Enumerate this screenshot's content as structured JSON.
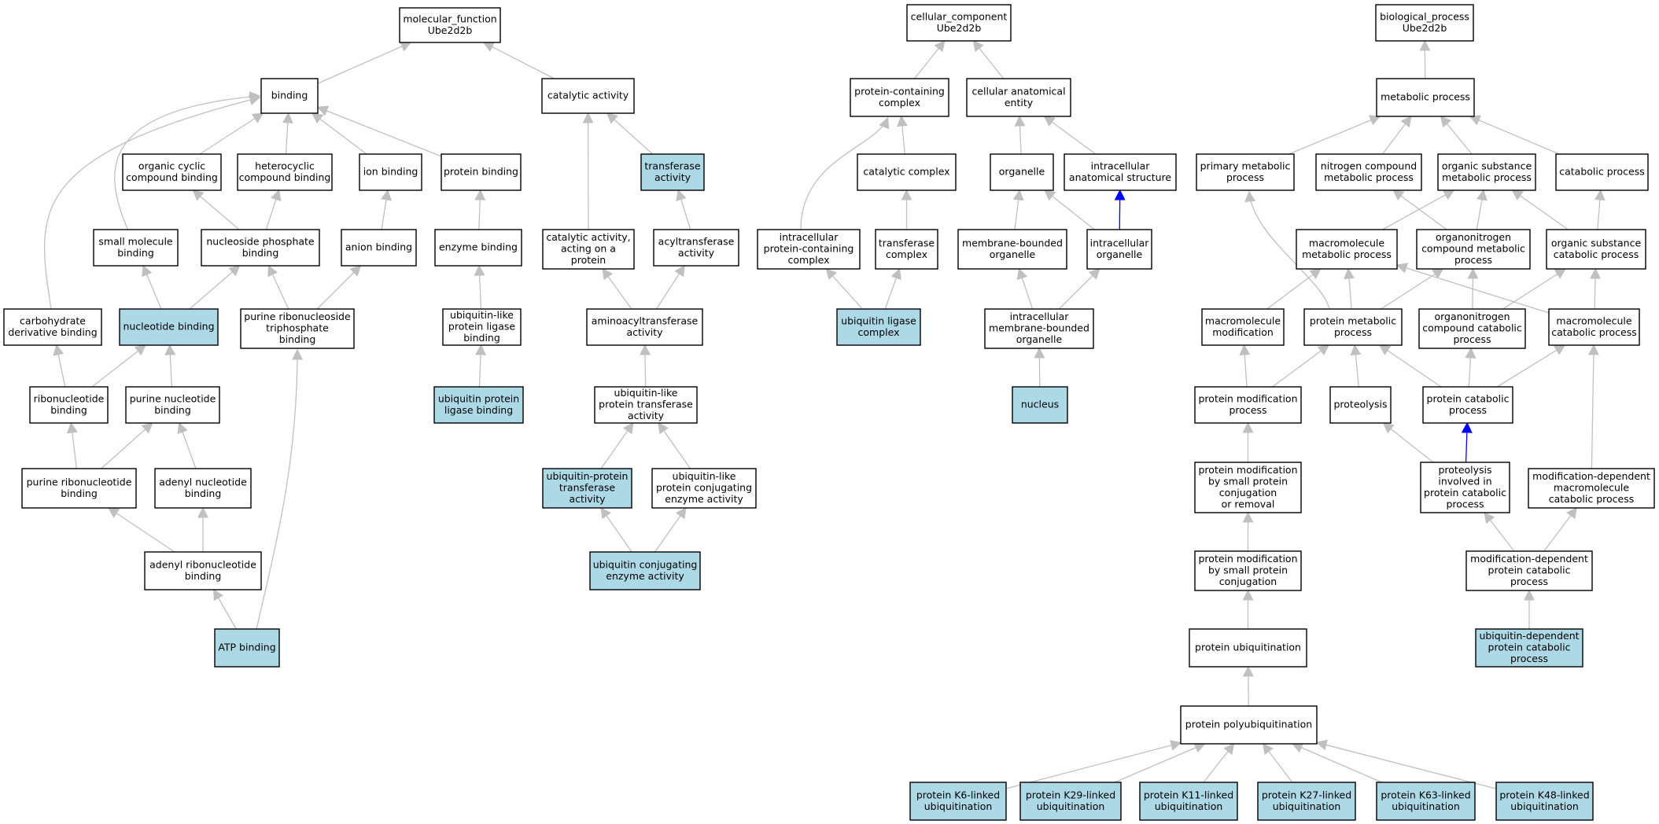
{
  "colors": {
    "highlight_fill": "#add8e6",
    "normal_fill": "#ffffff",
    "edge_gray": "#c0c0c0",
    "edge_blue": "#0000ff"
  },
  "nodes": [
    {
      "id": "mf_root",
      "lines": [
        "molecular_function",
        "Ube2d2b"
      ],
      "highlight": false
    },
    {
      "id": "binding",
      "lines": [
        "binding"
      ],
      "highlight": false
    },
    {
      "id": "catalytic",
      "lines": [
        "catalytic activity"
      ],
      "highlight": false
    },
    {
      "id": "org_cyclic",
      "lines": [
        "organic cyclic",
        "compound binding"
      ],
      "highlight": false
    },
    {
      "id": "heterocyclic",
      "lines": [
        "heterocyclic",
        "compound binding"
      ],
      "highlight": false
    },
    {
      "id": "ion_binding",
      "lines": [
        "ion binding"
      ],
      "highlight": false
    },
    {
      "id": "protein_binding",
      "lines": [
        "protein binding"
      ],
      "highlight": false
    },
    {
      "id": "transferase",
      "lines": [
        "transferase",
        "activity"
      ],
      "highlight": true
    },
    {
      "id": "small_mol",
      "lines": [
        "small molecule",
        "binding"
      ],
      "highlight": false
    },
    {
      "id": "nuc_phos",
      "lines": [
        "nucleoside phosphate",
        "binding"
      ],
      "highlight": false
    },
    {
      "id": "anion",
      "lines": [
        "anion binding"
      ],
      "highlight": false
    },
    {
      "id": "enzyme_binding",
      "lines": [
        "enzyme binding"
      ],
      "highlight": false
    },
    {
      "id": "cat_protein",
      "lines": [
        "catalytic activity,",
        "acting on a",
        "protein"
      ],
      "highlight": false
    },
    {
      "id": "acyltrans",
      "lines": [
        "acyltransferase",
        "activity"
      ],
      "highlight": false
    },
    {
      "id": "carb",
      "lines": [
        "carbohydrate",
        "derivative binding"
      ],
      "highlight": false
    },
    {
      "id": "nucleotide_binding",
      "lines": [
        "nucleotide binding"
      ],
      "highlight": true
    },
    {
      "id": "purine_rns_tp",
      "lines": [
        "purine ribonucleoside",
        "triphosphate",
        "binding"
      ],
      "highlight": false
    },
    {
      "id": "ubl_ligase_binding",
      "lines": [
        "ubiquitin-like",
        "protein ligase",
        "binding"
      ],
      "highlight": false
    },
    {
      "id": "aminoacyl",
      "lines": [
        "aminoacyltransferase",
        "activity"
      ],
      "highlight": false
    },
    {
      "id": "ribonuc",
      "lines": [
        "ribonucleotide",
        "binding"
      ],
      "highlight": false
    },
    {
      "id": "purine_nuc",
      "lines": [
        "purine nucleotide",
        "binding"
      ],
      "highlight": false
    },
    {
      "id": "ub_ligase_binding",
      "lines": [
        "ubiquitin protein",
        "ligase binding"
      ],
      "highlight": true
    },
    {
      "id": "ubl_transfer",
      "lines": [
        "ubiquitin-like",
        "protein transferase",
        "activity"
      ],
      "highlight": false
    },
    {
      "id": "purine_ribonuc",
      "lines": [
        "purine ribonucleotide",
        "binding"
      ],
      "highlight": false
    },
    {
      "id": "adenyl_nuc",
      "lines": [
        "adenyl nucleotide",
        "binding"
      ],
      "highlight": false
    },
    {
      "id": "ub_transfer",
      "lines": [
        "ubiquitin-protein",
        "transferase",
        "activity"
      ],
      "highlight": true
    },
    {
      "id": "ubl_conj",
      "lines": [
        "ubiquitin-like",
        "protein conjugating",
        "enzyme activity"
      ],
      "highlight": false
    },
    {
      "id": "adenyl_ribonuc",
      "lines": [
        "adenyl ribonucleotide",
        "binding"
      ],
      "highlight": false
    },
    {
      "id": "ub_conj",
      "lines": [
        "ubiquitin conjugating",
        "enzyme activity"
      ],
      "highlight": true
    },
    {
      "id": "atp",
      "lines": [
        "ATP binding"
      ],
      "highlight": true
    },
    {
      "id": "cc_root",
      "lines": [
        "cellular_component",
        "Ube2d2b"
      ],
      "highlight": false
    },
    {
      "id": "prot_complex",
      "lines": [
        "protein-containing",
        "complex"
      ],
      "highlight": false
    },
    {
      "id": "cell_anat",
      "lines": [
        "cellular anatomical",
        "entity"
      ],
      "highlight": false
    },
    {
      "id": "cat_complex",
      "lines": [
        "catalytic complex"
      ],
      "highlight": false
    },
    {
      "id": "organelle",
      "lines": [
        "organelle"
      ],
      "highlight": false
    },
    {
      "id": "intra_anat",
      "lines": [
        "intracellular",
        "anatomical structure"
      ],
      "highlight": false
    },
    {
      "id": "intra_prot_complex",
      "lines": [
        "intracellular",
        "protein-containing",
        "complex"
      ],
      "highlight": false
    },
    {
      "id": "transferase_complex",
      "lines": [
        "transferase",
        "complex"
      ],
      "highlight": false
    },
    {
      "id": "mem_organelle",
      "lines": [
        "membrane-bounded",
        "organelle"
      ],
      "highlight": false
    },
    {
      "id": "intra_organelle",
      "lines": [
        "intracellular",
        "organelle"
      ],
      "highlight": false
    },
    {
      "id": "ub_ligase_complex",
      "lines": [
        "ubiquitin ligase",
        "complex"
      ],
      "highlight": true
    },
    {
      "id": "intra_mem_organelle",
      "lines": [
        "intracellular",
        "membrane-bounded",
        "organelle"
      ],
      "highlight": false
    },
    {
      "id": "nucleus",
      "lines": [
        "nucleus"
      ],
      "highlight": true
    },
    {
      "id": "bp_root",
      "lines": [
        "biological_process",
        "Ube2d2b"
      ],
      "highlight": false
    },
    {
      "id": "metabolic",
      "lines": [
        "metabolic process"
      ],
      "highlight": false
    },
    {
      "id": "primary_met",
      "lines": [
        "primary metabolic",
        "process"
      ],
      "highlight": false
    },
    {
      "id": "nitrogen_met",
      "lines": [
        "nitrogen compound",
        "metabolic process"
      ],
      "highlight": false
    },
    {
      "id": "org_sub_met",
      "lines": [
        "organic substance",
        "metabolic process"
      ],
      "highlight": false
    },
    {
      "id": "catabolic",
      "lines": [
        "catabolic process"
      ],
      "highlight": false
    },
    {
      "id": "macro_met",
      "lines": [
        "macromolecule",
        "metabolic process"
      ],
      "highlight": false
    },
    {
      "id": "orgnitro_met",
      "lines": [
        "organonitrogen",
        "compound metabolic",
        "process"
      ],
      "highlight": false
    },
    {
      "id": "org_sub_cat",
      "lines": [
        "organic substance",
        "catabolic process"
      ],
      "highlight": false
    },
    {
      "id": "macro_mod",
      "lines": [
        "macromolecule",
        "modification"
      ],
      "highlight": false
    },
    {
      "id": "prot_met",
      "lines": [
        "protein metabolic",
        "process"
      ],
      "highlight": false
    },
    {
      "id": "orgnitro_cat",
      "lines": [
        "organonitrogen",
        "compound catabolic",
        "process"
      ],
      "highlight": false
    },
    {
      "id": "macro_cat",
      "lines": [
        "macromolecule",
        "catabolic process"
      ],
      "highlight": false
    },
    {
      "id": "prot_mod",
      "lines": [
        "protein modification",
        "process"
      ],
      "highlight": false
    },
    {
      "id": "proteolysis",
      "lines": [
        "proteolysis"
      ],
      "highlight": false
    },
    {
      "id": "prot_cat",
      "lines": [
        "protein catabolic",
        "process"
      ],
      "highlight": false
    },
    {
      "id": "prot_mod_small_or_removal",
      "lines": [
        "protein modification",
        "by small protein",
        "conjugation",
        "or removal"
      ],
      "highlight": false
    },
    {
      "id": "proteolysis_cat",
      "lines": [
        "proteolysis",
        "involved in",
        "protein catabolic",
        "process"
      ],
      "highlight": false
    },
    {
      "id": "mod_dep_macro_cat",
      "lines": [
        "modification-dependent",
        "macromolecule",
        "catabolic process"
      ],
      "highlight": false
    },
    {
      "id": "prot_mod_small",
      "lines": [
        "protein modification",
        "by small protein",
        "conjugation"
      ],
      "highlight": false
    },
    {
      "id": "mod_dep_prot_cat",
      "lines": [
        "modification-dependent",
        "protein catabolic",
        "process"
      ],
      "highlight": false
    },
    {
      "id": "prot_ubiq",
      "lines": [
        "protein ubiquitination"
      ],
      "highlight": false
    },
    {
      "id": "ub_dep_prot_cat",
      "lines": [
        "ubiquitin-dependent",
        "protein catabolic",
        "process"
      ],
      "highlight": true
    },
    {
      "id": "polyubiq",
      "lines": [
        "protein polyubiquitination"
      ],
      "highlight": false
    },
    {
      "id": "k6",
      "lines": [
        "protein K6-linked",
        "ubiquitination"
      ],
      "highlight": true
    },
    {
      "id": "k29",
      "lines": [
        "protein K29-linked",
        "ubiquitination"
      ],
      "highlight": true
    },
    {
      "id": "k11",
      "lines": [
        "protein K11-linked",
        "ubiquitination"
      ],
      "highlight": true
    },
    {
      "id": "k27",
      "lines": [
        "protein K27-linked",
        "ubiquitination"
      ],
      "highlight": true
    },
    {
      "id": "k63",
      "lines": [
        "protein K63-linked",
        "ubiquitination"
      ],
      "highlight": true
    },
    {
      "id": "k48",
      "lines": [
        "protein K48-linked",
        "ubiquitination"
      ],
      "highlight": true
    }
  ],
  "edges": [
    {
      "from": "binding",
      "to": "mf_root",
      "color": "gray"
    },
    {
      "from": "catalytic",
      "to": "mf_root",
      "color": "gray"
    },
    {
      "from": "org_cyclic",
      "to": "binding",
      "color": "gray"
    },
    {
      "from": "heterocyclic",
      "to": "binding",
      "color": "gray"
    },
    {
      "from": "ion_binding",
      "to": "binding",
      "color": "gray"
    },
    {
      "from": "protein_binding",
      "to": "binding",
      "color": "gray"
    },
    {
      "from": "small_mol",
      "to": "binding",
      "color": "gray"
    },
    {
      "from": "carb",
      "to": "binding",
      "color": "gray"
    },
    {
      "from": "transferase",
      "to": "catalytic",
      "color": "gray"
    },
    {
      "from": "cat_protein",
      "to": "catalytic",
      "color": "gray"
    },
    {
      "from": "nuc_phos",
      "to": "org_cyclic",
      "color": "gray"
    },
    {
      "from": "nuc_phos",
      "to": "heterocyclic",
      "color": "gray"
    },
    {
      "from": "anion",
      "to": "ion_binding",
      "color": "gray"
    },
    {
      "from": "enzyme_binding",
      "to": "protein_binding",
      "color": "gray"
    },
    {
      "from": "acyltrans",
      "to": "transferase",
      "color": "gray"
    },
    {
      "from": "nucleotide_binding",
      "to": "small_mol",
      "color": "gray"
    },
    {
      "from": "nucleotide_binding",
      "to": "nuc_phos",
      "color": "gray"
    },
    {
      "from": "purine_rns_tp",
      "to": "nuc_phos",
      "color": "gray"
    },
    {
      "from": "purine_rns_tp",
      "to": "anion",
      "color": "gray"
    },
    {
      "from": "ubl_ligase_binding",
      "to": "enzyme_binding",
      "color": "gray"
    },
    {
      "from": "aminoacyl",
      "to": "cat_protein",
      "color": "gray"
    },
    {
      "from": "aminoacyl",
      "to": "acyltrans",
      "color": "gray"
    },
    {
      "from": "ribonuc",
      "to": "carb",
      "color": "gray"
    },
    {
      "from": "ribonuc",
      "to": "nucleotide_binding",
      "color": "gray"
    },
    {
      "from": "purine_nuc",
      "to": "nucleotide_binding",
      "color": "gray"
    },
    {
      "from": "ub_ligase_binding",
      "to": "ubl_ligase_binding",
      "color": "gray"
    },
    {
      "from": "ubl_transfer",
      "to": "aminoacyl",
      "color": "gray"
    },
    {
      "from": "purine_ribonuc",
      "to": "ribonuc",
      "color": "gray"
    },
    {
      "from": "purine_ribonuc",
      "to": "purine_nuc",
      "color": "gray"
    },
    {
      "from": "adenyl_nuc",
      "to": "purine_nuc",
      "color": "gray"
    },
    {
      "from": "ub_transfer",
      "to": "ubl_transfer",
      "color": "gray"
    },
    {
      "from": "ubl_conj",
      "to": "ubl_transfer",
      "color": "gray"
    },
    {
      "from": "adenyl_ribonuc",
      "to": "purine_ribonuc",
      "color": "gray"
    },
    {
      "from": "adenyl_ribonuc",
      "to": "adenyl_nuc",
      "color": "gray"
    },
    {
      "from": "ub_conj",
      "to": "ub_transfer",
      "color": "gray"
    },
    {
      "from": "ub_conj",
      "to": "ubl_conj",
      "color": "gray"
    },
    {
      "from": "atp",
      "to": "adenyl_ribonuc",
      "color": "gray"
    },
    {
      "from": "atp",
      "to": "purine_rns_tp",
      "color": "gray"
    },
    {
      "from": "prot_complex",
      "to": "cc_root",
      "color": "gray"
    },
    {
      "from": "cell_anat",
      "to": "cc_root",
      "color": "gray"
    },
    {
      "from": "cat_complex",
      "to": "prot_complex",
      "color": "gray"
    },
    {
      "from": "intra_prot_complex",
      "to": "prot_complex",
      "color": "gray"
    },
    {
      "from": "organelle",
      "to": "cell_anat",
      "color": "gray"
    },
    {
      "from": "intra_anat",
      "to": "cell_anat",
      "color": "gray"
    },
    {
      "from": "transferase_complex",
      "to": "cat_complex",
      "color": "gray"
    },
    {
      "from": "mem_organelle",
      "to": "organelle",
      "color": "gray"
    },
    {
      "from": "intra_organelle",
      "to": "organelle",
      "color": "gray"
    },
    {
      "from": "intra_organelle",
      "to": "intra_anat",
      "color": "blue"
    },
    {
      "from": "ub_ligase_complex",
      "to": "intra_prot_complex",
      "color": "gray"
    },
    {
      "from": "ub_ligase_complex",
      "to": "transferase_complex",
      "color": "gray"
    },
    {
      "from": "intra_mem_organelle",
      "to": "mem_organelle",
      "color": "gray"
    },
    {
      "from": "intra_mem_organelle",
      "to": "intra_organelle",
      "color": "gray"
    },
    {
      "from": "nucleus",
      "to": "intra_mem_organelle",
      "color": "gray"
    },
    {
      "from": "metabolic",
      "to": "bp_root",
      "color": "gray"
    },
    {
      "from": "primary_met",
      "to": "metabolic",
      "color": "gray"
    },
    {
      "from": "nitrogen_met",
      "to": "metabolic",
      "color": "gray"
    },
    {
      "from": "org_sub_met",
      "to": "metabolic",
      "color": "gray"
    },
    {
      "from": "catabolic",
      "to": "metabolic",
      "color": "gray"
    },
    {
      "from": "macro_met",
      "to": "org_sub_met",
      "color": "gray"
    },
    {
      "from": "orgnitro_met",
      "to": "nitrogen_met",
      "color": "gray"
    },
    {
      "from": "orgnitro_met",
      "to": "org_sub_met",
      "color": "gray"
    },
    {
      "from": "org_sub_cat",
      "to": "org_sub_met",
      "color": "gray"
    },
    {
      "from": "org_sub_cat",
      "to": "catabolic",
      "color": "gray"
    },
    {
      "from": "macro_mod",
      "to": "macro_met",
      "color": "gray"
    },
    {
      "from": "prot_met",
      "to": "primary_met",
      "color": "gray"
    },
    {
      "from": "prot_met",
      "to": "macro_met",
      "color": "gray"
    },
    {
      "from": "prot_met",
      "to": "orgnitro_met",
      "color": "gray"
    },
    {
      "from": "orgnitro_cat",
      "to": "orgnitro_met",
      "color": "gray"
    },
    {
      "from": "orgnitro_cat",
      "to": "org_sub_cat",
      "color": "gray"
    },
    {
      "from": "macro_cat",
      "to": "macro_met",
      "color": "gray"
    },
    {
      "from": "macro_cat",
      "to": "org_sub_cat",
      "color": "gray"
    },
    {
      "from": "prot_mod",
      "to": "macro_mod",
      "color": "gray"
    },
    {
      "from": "prot_mod",
      "to": "prot_met",
      "color": "gray"
    },
    {
      "from": "proteolysis",
      "to": "prot_met",
      "color": "gray"
    },
    {
      "from": "prot_cat",
      "to": "prot_met",
      "color": "gray"
    },
    {
      "from": "prot_cat",
      "to": "orgnitro_cat",
      "color": "gray"
    },
    {
      "from": "prot_cat",
      "to": "macro_cat",
      "color": "gray"
    },
    {
      "from": "prot_mod_small_or_removal",
      "to": "prot_mod",
      "color": "gray"
    },
    {
      "from": "proteolysis_cat",
      "to": "proteolysis",
      "color": "gray"
    },
    {
      "from": "proteolysis_cat",
      "to": "prot_cat",
      "color": "blue"
    },
    {
      "from": "mod_dep_macro_cat",
      "to": "macro_cat",
      "color": "gray"
    },
    {
      "from": "prot_mod_small",
      "to": "prot_mod_small_or_removal",
      "color": "gray"
    },
    {
      "from": "mod_dep_prot_cat",
      "to": "proteolysis_cat",
      "color": "gray"
    },
    {
      "from": "mod_dep_prot_cat",
      "to": "mod_dep_macro_cat",
      "color": "gray"
    },
    {
      "from": "prot_ubiq",
      "to": "prot_mod_small",
      "color": "gray"
    },
    {
      "from": "ub_dep_prot_cat",
      "to": "mod_dep_prot_cat",
      "color": "gray"
    },
    {
      "from": "polyubiq",
      "to": "prot_ubiq",
      "color": "gray"
    },
    {
      "from": "k6",
      "to": "polyubiq",
      "color": "gray"
    },
    {
      "from": "k29",
      "to": "polyubiq",
      "color": "gray"
    },
    {
      "from": "k11",
      "to": "polyubiq",
      "color": "gray"
    },
    {
      "from": "k27",
      "to": "polyubiq",
      "color": "gray"
    },
    {
      "from": "k63",
      "to": "polyubiq",
      "color": "gray"
    },
    {
      "from": "k48",
      "to": "polyubiq",
      "color": "gray"
    }
  ]
}
